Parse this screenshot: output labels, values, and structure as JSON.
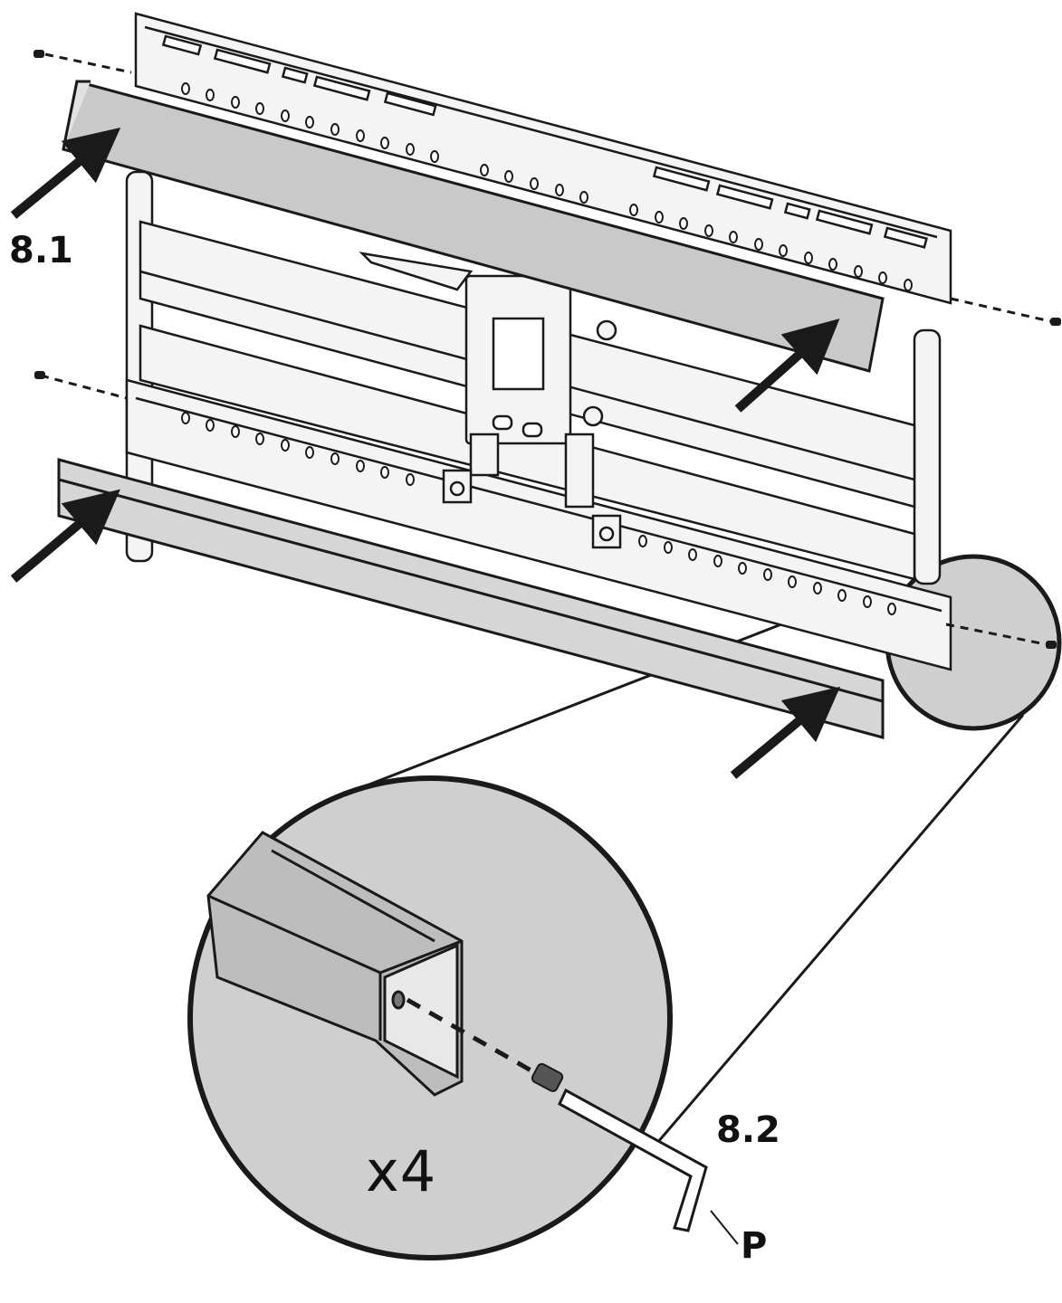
{
  "step_labels": {
    "step_8_1": "8.1",
    "step_8_2": "8.2",
    "part_p": "P",
    "quantity": "x4"
  },
  "colors": {
    "line": "#1a1a1a",
    "cover_fill": "#c9c9c9",
    "detail_fill": "#cfcfcf",
    "metal_fill": "#f4f4f4",
    "background": "#ffffff"
  }
}
